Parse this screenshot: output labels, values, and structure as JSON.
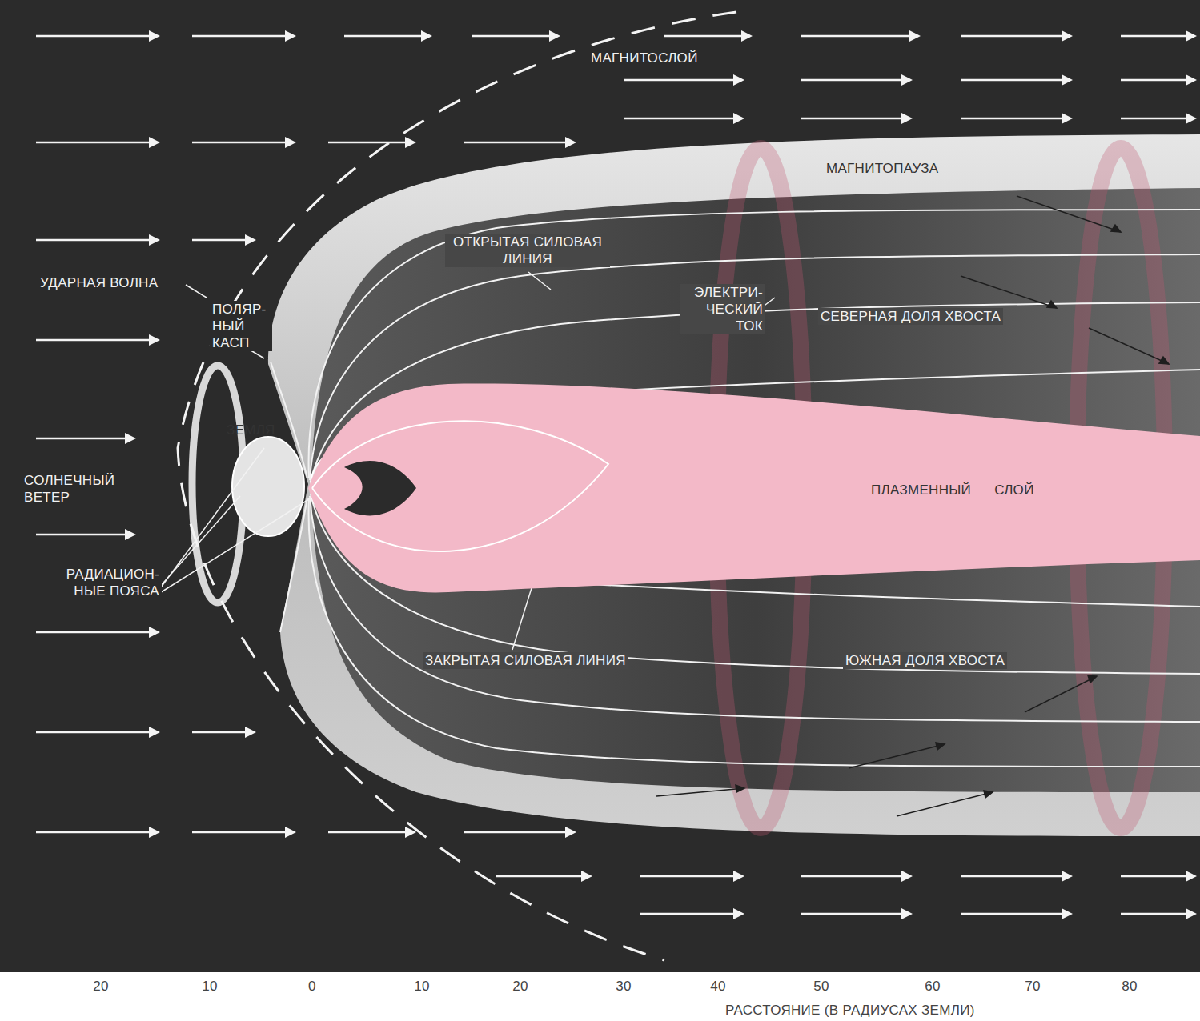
{
  "diagram": {
    "nodes": [
      {
        "text": [
          "ПЛАЗМЕННЫЙ СЛОЙ"
        ]
      }
    ],
    "labels": [
      "МАГНИТОСЛОЙ",
      "МАГНИТОПАУЗА",
      "ОТКРЫТАЯ СИЛОВАЯ ЛИНИЯ",
      "УДАРНАЯ ВОЛНА",
      "ПОЛЯР-НЫЙ КАСП",
      "ЭЛЕКТРИ-ЧЕСКИЙ ТОК",
      "СЕВЕРНАЯ ДОЛЯ ХВОСТА",
      "ЗЕМЛЯ",
      "СОЛНЕЧНЫЙ ВЕТЕР",
      "РАДИАЦИОН-НЫЕ ПОЯСА",
      "ЗАКРЫТАЯ СИЛОВАЯ ЛИНИЯ",
      "ЮЖНАЯ ДОЛЯ ХВОСТА",
      "20",
      "10",
      "0",
      "10",
      "20",
      "30",
      "40",
      "50",
      "60",
      "70",
      "80",
      "РАССТОЯНИЕ (В РАДИУСАХ ЗЕМЛИ)"
    ]
  }
}
